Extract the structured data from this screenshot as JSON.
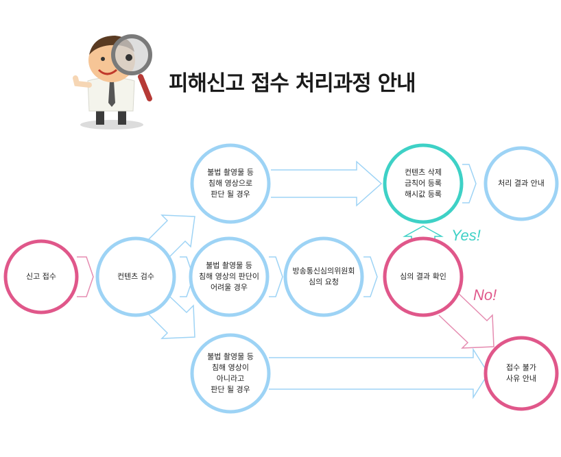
{
  "title": "피해신고 접수 처리과정 안내",
  "colors": {
    "blue": "#9dd3f5",
    "pink": "#e0578a",
    "teal": "#3ed1c6"
  },
  "nodes": {
    "report": "신고 접수",
    "review": "컨텐츠 검수",
    "illegal": "불법 촬영물 등\n침해 영상으로\n판단 될 경우",
    "unclear": "불법 촬영물 등\n침해 영상의 판단이\n어려울 경우",
    "not_illegal": "불법 촬영물 등\n침해 영상이\n아니라고\n판단 될 경우",
    "kcsc": "방송통신심의위원회\n심의 요청",
    "delete": "컨텐츠 삭제\n금칙어 등록\n해시값 등록",
    "result": "처리 결과 안내",
    "check": "심의 결과 확인",
    "reject": "접수 불가\n사유 안내"
  },
  "labels": {
    "yes": "Yes!",
    "no": "No!"
  },
  "icons": {
    "mascot": "magnifier-man-icon"
  }
}
